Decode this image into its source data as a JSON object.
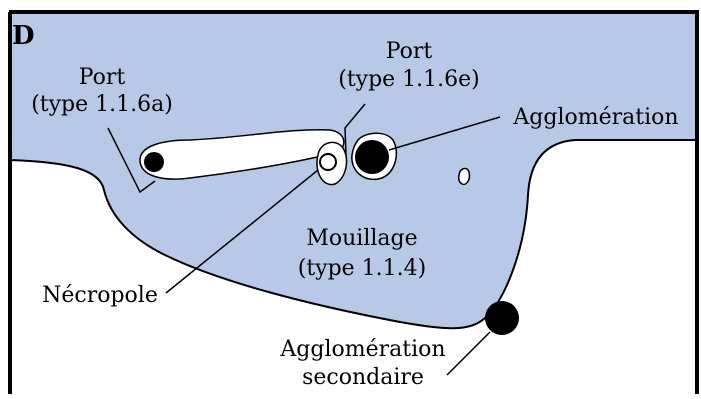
{
  "colors": {
    "water": "#b8c9e8",
    "land": "#ffffff",
    "outline": "#000000",
    "site": "#000000"
  },
  "panel_label": "D",
  "labels": {
    "port_a_line1": "Port",
    "port_a_line2": "(type 1.1.6a)",
    "port_e_line1": "Port",
    "port_e_line2": "(type 1.1.6e)",
    "agglomeration": "Agglomération",
    "mouillage_line1": "Mouillage",
    "mouillage_line2": "(type 1.1.4)",
    "necropole": "Nécropole",
    "agglo_sec_line1": "Agglomération",
    "agglo_sec_line2": "secondaire"
  }
}
